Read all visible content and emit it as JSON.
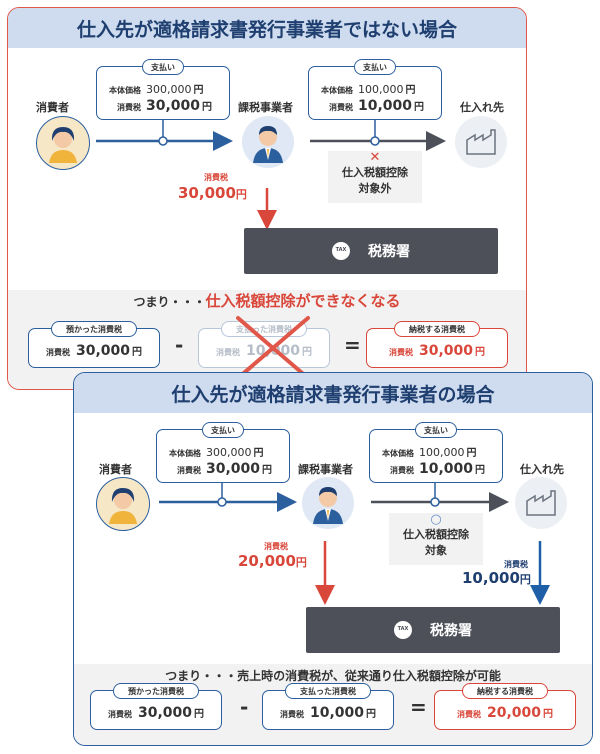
{
  "panel1": {
    "title": "仕入先が適格請求書発行事業者ではない場合",
    "consumer": "消費者",
    "business": "課税事業者",
    "supplier": "仕入れ先",
    "payment1": {
      "tag": "支払い",
      "price_key": "本体価格",
      "price": "300,000",
      "tax_key": "消費税",
      "tax": "30,000",
      "yen": "円"
    },
    "payment2": {
      "tag": "支払い",
      "price_key": "本体価格",
      "price": "100,000",
      "tax_key": "消費税",
      "tax": "10,000",
      "yen": "円"
    },
    "deduction_mark": "✕",
    "deduction_line1": "仕入税額控除",
    "deduction_line2": "対象外",
    "tax_small": "消費税",
    "tax_amount": "30,000",
    "yen": "円",
    "tax_office": "税務署",
    "summary_prefix": "つまり・・・",
    "summary_highlight": "仕入税額控除ができなくなる",
    "formula": {
      "box1": {
        "tag": "預かった消費税",
        "key": "消費税",
        "value": "30,000",
        "yen": "円"
      },
      "box2": {
        "tag": "支払った消費税",
        "key": "消費税",
        "value": "10,000",
        "yen": "円"
      },
      "box3": {
        "tag": "納税する消費税",
        "key": "消費税",
        "value": "30,000",
        "yen": "円"
      },
      "minus": "-",
      "equals": "="
    }
  },
  "panel2": {
    "title": "仕入先が適格請求書発行事業者の場合",
    "consumer": "消費者",
    "business": "課税事業者",
    "supplier": "仕入れ先",
    "payment1": {
      "tag": "支払い",
      "price_key": "本体価格",
      "price": "300,000",
      "tax_key": "消費税",
      "tax": "30,000",
      "yen": "円"
    },
    "payment2": {
      "tag": "支払い",
      "price_key": "本体価格",
      "price": "100,000",
      "tax_key": "消費税",
      "tax": "10,000",
      "yen": "円"
    },
    "deduction_mark": "○",
    "deduction_line1": "仕入税額控除",
    "deduction_line2": "対象",
    "tax_small_left": "消費税",
    "tax_amount_left": "20,000",
    "tax_small_right": "消費税",
    "tax_amount_right": "10,000",
    "yen": "円",
    "tax_office": "税務署",
    "summary": "つまり・・・売上時の消費税が、従来通り仕入税額控除が可能",
    "formula": {
      "box1": {
        "tag": "預かった消費税",
        "key": "消費税",
        "value": "30,000",
        "yen": "円"
      },
      "box2": {
        "tag": "支払った消費税",
        "key": "消費税",
        "value": "10,000",
        "yen": "円"
      },
      "box3": {
        "tag": "納税する消費税",
        "key": "消費税",
        "value": "20,000",
        "yen": "円"
      },
      "minus": "-",
      "equals": "="
    }
  },
  "tax_icon_text": "TAX",
  "colors": {
    "red": "#d9463a",
    "navy": "#1f3f70",
    "blue": "#2c5f9e",
    "title_bg": "#cfdcef",
    "dark": "#4d5059"
  }
}
